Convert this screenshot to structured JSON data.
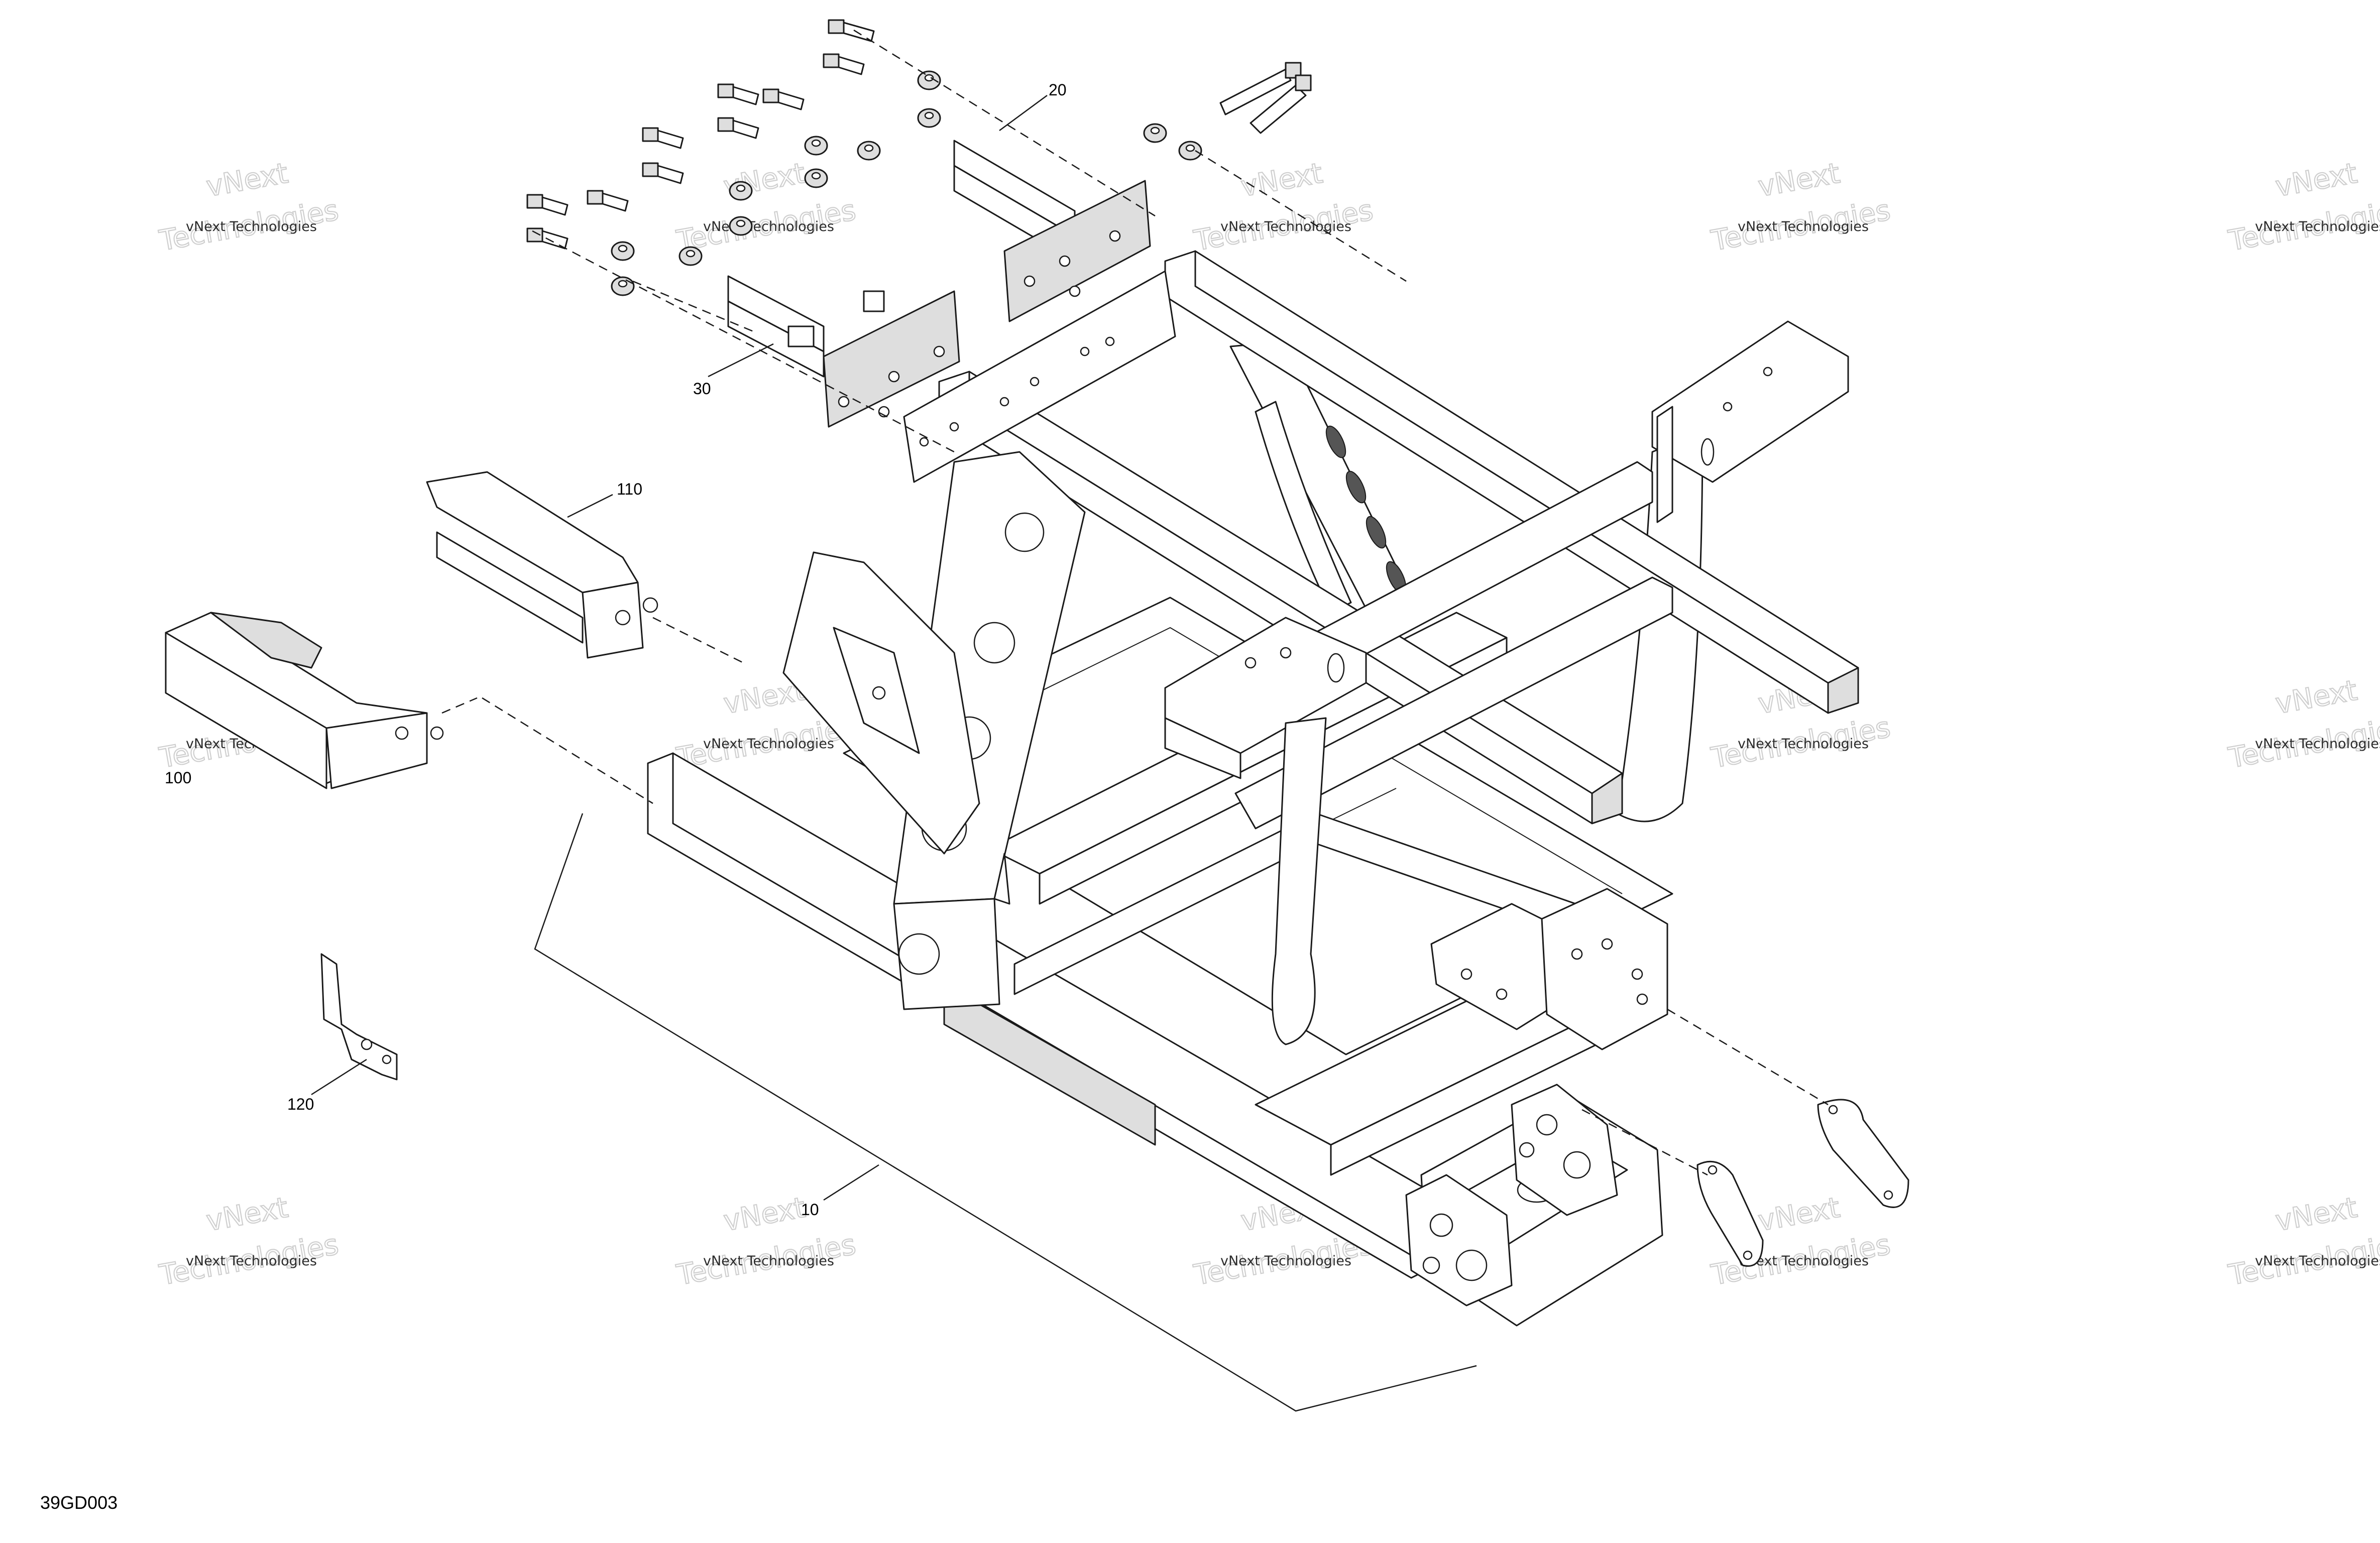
{
  "diagram_code": "39GD003",
  "callouts": {
    "c10": "10",
    "c20": "20",
    "c30": "30",
    "c100": "100",
    "c110": "110",
    "c120": "120"
  },
  "watermark": {
    "small": "vNext Technologies",
    "big": "Technologies",
    "big_top": "vNext"
  },
  "colors": {
    "line": "#1a1a1a",
    "part_shade": "#dedede",
    "watermark_outline": "#cfcfcf"
  }
}
